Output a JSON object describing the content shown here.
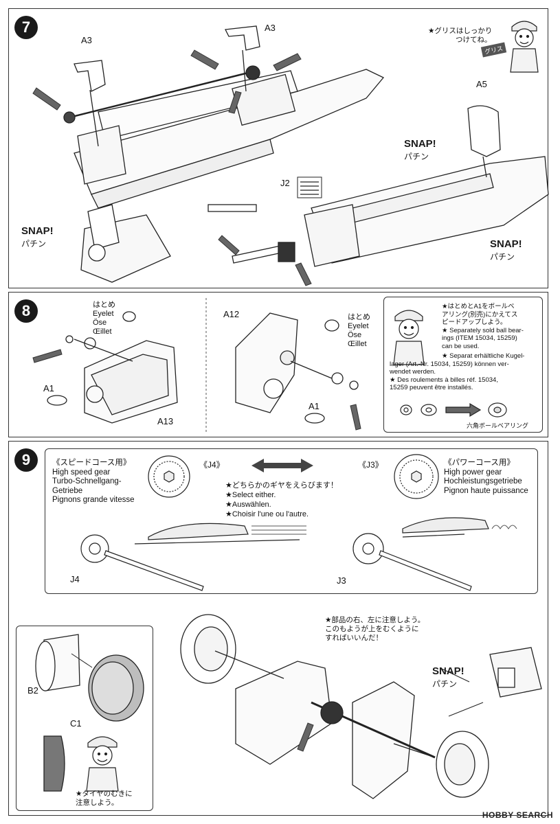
{
  "step7": {
    "number": "7",
    "parts": {
      "a3_left": "A3",
      "a3_right": "A3",
      "a5": "A5",
      "j2": "J2"
    },
    "snap_en": "SNAP!",
    "snap_jp": "パチン",
    "grease_note_1": "★グリスはしっかり",
    "grease_note_2": "つけてね。",
    "grease_tube": "グリス"
  },
  "step8": {
    "number": "8",
    "left": {
      "eyelet_jp": "はとめ",
      "eyelet_en": "Eyelet",
      "eyelet_de": "Öse",
      "eyelet_fr": "Œillet",
      "a1": "A1",
      "a13": "A13"
    },
    "right": {
      "a12": "A12",
      "eyelet_jp": "はとめ",
      "eyelet_en": "Eyelet",
      "eyelet_de": "Öse",
      "eyelet_fr": "Œillet",
      "a1": "A1"
    },
    "tip": {
      "line1": "★はとめとA1をボールベ",
      "line2": "アリング(別売)にかえてス",
      "line3": "ピードアップしよう。",
      "line4": "★ Separately sold ball bear-",
      "line5": "ings (ITEM 15034, 15259)",
      "line6": "can be used.",
      "line7": "★ Separat erhältliche Kugel-",
      "line8": "lager (Art.-Nr. 15034, 15259) können ver-",
      "line9": "wendet werden.",
      "line10": "★ Des roulements à billes réf. 15034,",
      "line11": "15259 peuvent être installés.",
      "bearing_label": "六角ボールベアリング"
    }
  },
  "step9": {
    "number": "9",
    "speed_jp": "《スピードコース用》",
    "speed_en": "High speed gear",
    "speed_de1": "Turbo-Schnellgang-",
    "speed_de2": "Getriebe",
    "speed_fr": "Pignons grande vitesse",
    "j4_tag": "《J4》",
    "j3_tag": "《J3》",
    "power_jp": "《パワーコース用》",
    "power_en": "High power gear",
    "power_de": "Hochleistungsgetriebe",
    "power_fr": "Pignon haute puissance",
    "select_jp": "★どちらかのギヤをえらびます！",
    "select_en": "★Select either.",
    "select_de": "★Auswählen.",
    "select_fr": "★Choisir l'une ou l'autre.",
    "j4": "J4",
    "j3": "J3",
    "side_note_1": "★部品の右、左に注意しよう。",
    "side_note_2": "このもようが上をむくように",
    "side_note_3": "すればいいんだ！",
    "b2": "B2",
    "c1": "C1",
    "tire_note_1": "★タイヤのむきに",
    "tire_note_2": "注意しよう。",
    "snap_en": "SNAP!",
    "snap_jp": "パチン"
  },
  "watermark": "HOBBY SEARCH",
  "colors": {
    "ink": "#1a1a1a",
    "grey_tube": "#555555",
    "light": "#f4f4f4"
  }
}
